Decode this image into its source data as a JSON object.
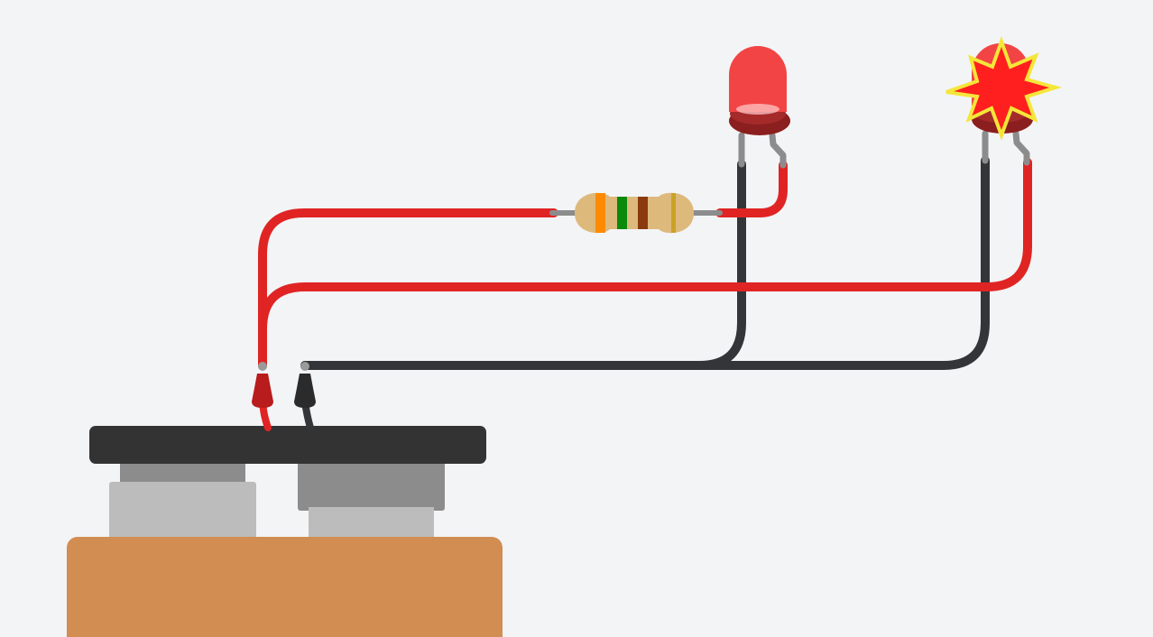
{
  "canvas": {
    "background": "#f3f4f6"
  },
  "colors": {
    "wire_positive": "#e02424",
    "wire_negative": "#333538",
    "led_body": "#f24444",
    "led_base": "#8b1e1e",
    "led_lead": "#8c8c8c",
    "burst_fill": "#ff1f1f",
    "burst_outline": "#f5e63a",
    "resistor_body": "#ddb97b",
    "battery_body": "#d18d52",
    "battery_cap": "#333333",
    "terminal_positive": "#b81c1c",
    "terminal_negative": "#2b2b2b"
  },
  "resistor": {
    "bands": [
      "#ff8a00",
      "#0a8a0a",
      "#8b3a0f",
      "#c9a227"
    ]
  },
  "leds": [
    {
      "name": "led-working",
      "state": "normal"
    },
    {
      "name": "led-burnt",
      "state": "blown"
    }
  ],
  "battery": {
    "terminals": [
      "positive",
      "negative"
    ]
  }
}
